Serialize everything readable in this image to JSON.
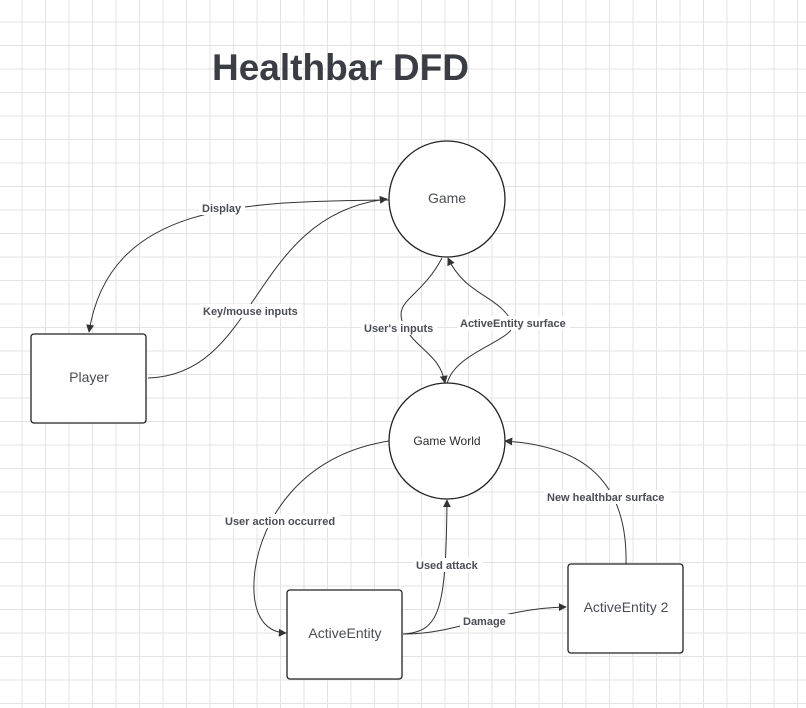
{
  "title": "Healthbar DFD",
  "nodes": {
    "game": "Game",
    "player": "Player",
    "game_world": "Game World",
    "active_entity": "ActiveEntity",
    "active_entity_2": "ActiveEntity 2"
  },
  "flows": {
    "display": "Display",
    "key_mouse_inputs": "Key/mouse inputs",
    "users_inputs": "User's inputs",
    "activeentity_surface": "ActiveEntity surface",
    "user_action_occurred": "User action occurred",
    "used_attack": "Used attack",
    "new_healthbar_surface": "New healthbar surface",
    "damage": "Damage"
  },
  "colors": {
    "stroke": "#222222",
    "text": "#4a4d55",
    "grid": "#e3e3e3"
  }
}
